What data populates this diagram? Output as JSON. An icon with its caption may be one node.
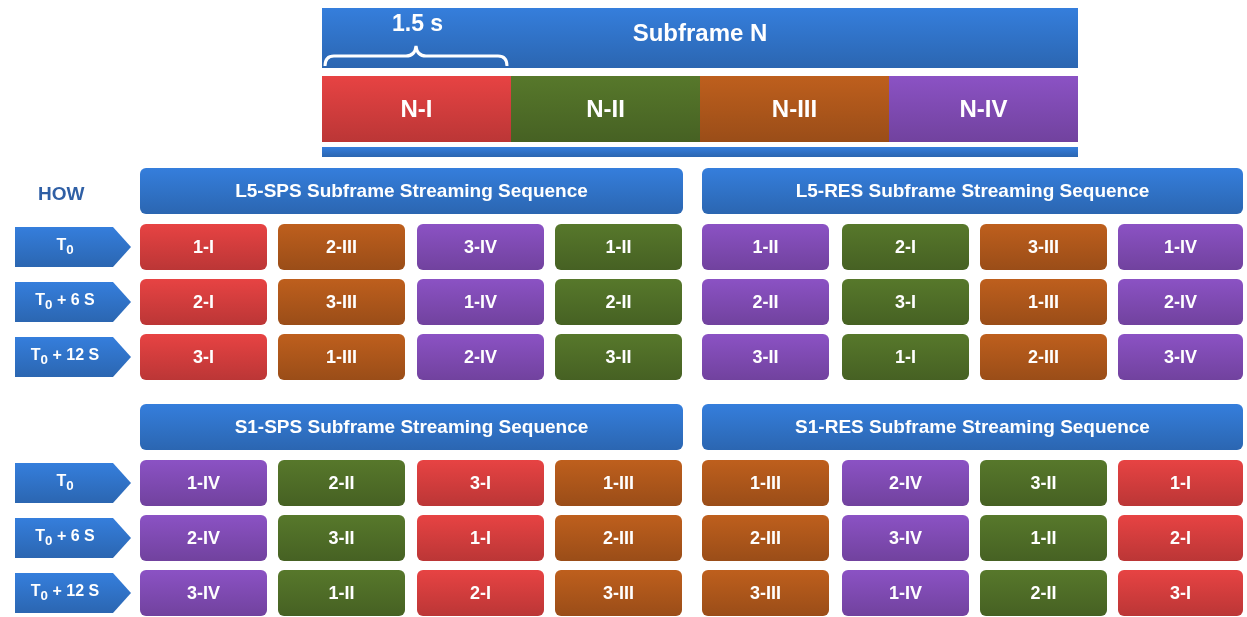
{
  "diagram": {
    "nodes": [
      {
        "text": [
          "Subframe N"
        ]
      },
      {
        "text": [
          "N-I"
        ]
      },
      {
        "text": [
          "N-II"
        ]
      },
      {
        "text": [
          "N-III"
        ]
      },
      {
        "text": [
          "N-IV"
        ]
      },
      {
        "text": [],
        "shape": "bar"
      },
      {
        "text": [
          "L5-SPS Subframe Streaming Sequence"
        ]
      },
      {
        "text": [
          "L5-RES Subframe Streaming Sequence"
        ]
      },
      {
        "text": [
          "T$_{0}$"
        ]
      },
      {
        "text": [
          "1-I"
        ]
      },
      {
        "text": [
          "2-III"
        ]
      },
      {
        "text": [
          "3-IV"
        ]
      },
      {
        "text": [
          "1-II"
        ]
      },
      {
        "text": [
          "1-II"
        ]
      },
      {
        "text": [
          "2-I"
        ]
      },
      {
        "text": [
          "3-III"
        ]
      },
      {
        "text": [
          "1-IV"
        ]
      },
      {
        "text": [
          "T$_{0}$ + 6 S"
        ]
      },
      {
        "text": [
          "2-I"
        ]
      },
      {
        "text": [
          "3-III"
        ]
      },
      {
        "text": [
          "1-IV"
        ]
      },
      {
        "text": [
          "2-II"
        ]
      },
      {
        "text": [
          "2-II"
        ]
      },
      {
        "text": [
          "3-I"
        ]
      },
      {
        "text": [
          "1-III"
        ]
      },
      {
        "text": [
          "2-IV"
        ]
      },
      {
        "text": [
          "T$_{0}$ + 12 S"
        ]
      },
      {
        "text": [
          "3-I"
        ]
      },
      {
        "text": [
          "1-III"
        ]
      },
      {
        "text": [
          "2-IV"
        ]
      },
      {
        "text": [
          "3-II"
        ]
      },
      {
        "text": [
          "3-II"
        ]
      },
      {
        "text": [
          "1-I"
        ]
      },
      {
        "text": [
          "2-III"
        ]
      },
      {
        "text": [
          "3-IV"
        ]
      },
      {
        "text": [
          "S1-SPS Subframe Streaming Sequence"
        ]
      },
      {
        "text": [
          "S1-RES Subframe Streaming Sequence"
        ]
      },
      {
        "text": [
          "T$_{0}$"
        ]
      },
      {
        "text": [
          "1-IV"
        ]
      },
      {
        "text": [
          "2-II"
        ]
      },
      {
        "text": [
          "3-I"
        ]
      },
      {
        "text": [
          "1-III"
        ]
      },
      {
        "text": [
          "1-III"
        ]
      },
      {
        "text": [
          "2-IV"
        ]
      },
      {
        "text": [
          "3-II"
        ]
      },
      {
        "text": [
          "1-I"
        ]
      },
      {
        "text": [
          "T$_{0}$ + 6 S"
        ]
      },
      {
        "text": [
          "2-IV"
        ]
      },
      {
        "text": [
          "3-II"
        ]
      },
      {
        "text": [
          "1-I"
        ]
      },
      {
        "text": [
          "2-III"
        ]
      },
      {
        "text": [
          "2-III"
        ]
      },
      {
        "text": [
          "3-IV"
        ]
      },
      {
        "text": [
          "1-II"
        ]
      },
      {
        "text": [
          "2-I"
        ]
      },
      {
        "text": [
          "T$_{0}$ + 12 S"
        ]
      },
      {
        "text": [
          "3-IV"
        ]
      },
      {
        "text": [
          "1-II"
        ]
      },
      {
        "text": [
          "2-I"
        ]
      },
      {
        "text": [
          "3-III"
        ]
      },
      {
        "text": [
          "3-III"
        ]
      },
      {
        "text": [
          "1-IV"
        ]
      },
      {
        "text": [
          "2-II"
        ]
      },
      {
        "text": [
          "3-I"
        ]
      }
    ],
    "edges": [],
    "labels": [
      "1.5 s",
      "HOW"
    ]
  }
}
